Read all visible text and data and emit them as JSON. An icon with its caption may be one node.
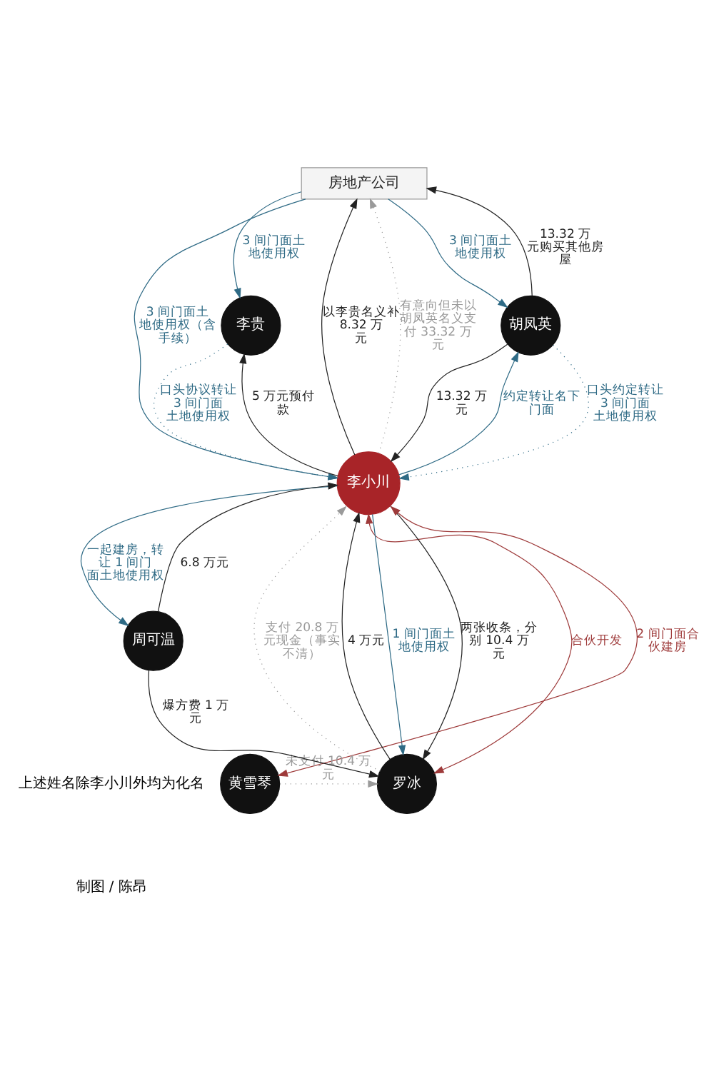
{
  "diagram": {
    "nodes": [
      {
        "text": [
          "房地产公司"
        ]
      },
      {
        "text": [
          "李贵"
        ]
      },
      {
        "text": [
          "李小川"
        ]
      },
      {
        "text": [
          "胡凤英"
        ]
      },
      {
        "text": [
          "罗冰"
        ]
      },
      {
        "text": [
          "黄雪琴"
        ]
      },
      {
        "text": [
          "周可温"
        ]
      }
    ],
    "edges": [
      {
        "from": 0,
        "to": 1,
        "arrow": "to",
        "label": "3 间门面土地使用权",
        "color": "#2e6a85"
      },
      {
        "from": 2,
        "to": 0,
        "arrow": "to",
        "label": "以李贵名义补 8.32 万元",
        "color": "#222222"
      },
      {
        "from": 0,
        "to": 2,
        "arrow": "to",
        "label": "3 间门面土地使用权（含手续）",
        "color": "#2e6a85"
      },
      {
        "from": 2,
        "to": 0,
        "arrow": "to",
        "label": "有意向但未以胡凤英名义支付 33.32 万元",
        "style": "dashed",
        "color": "#9a9a9a"
      },
      {
        "from": 0,
        "to": 3,
        "arrow": "to",
        "label": "3 间门面土地使用权",
        "color": "#2e6a85"
      },
      {
        "from": 3,
        "to": 0,
        "arrow": "to",
        "label": "13.32 万元购买其他房屋",
        "color": "#222222"
      },
      {
        "from": 1,
        "to": 2,
        "arrow": "to",
        "label": "口头协议转让 3 间门面土地使用权",
        "style": "dashed",
        "color": "#2e6a85"
      },
      {
        "from": 2,
        "to": 1,
        "arrow": "to",
        "label": "5 万元预付款",
        "color": "#222222"
      },
      {
        "from": 3,
        "to": 2,
        "arrow": "to",
        "label": "口头约定转让 3 间门面土地使用权",
        "style": "dashed",
        "color": "#2e6a85"
      },
      {
        "from": 2,
        "to": 3,
        "arrow": "to",
        "label": "约定转让名下门面",
        "color": "#2e6a85"
      },
      {
        "from": 3,
        "to": 2,
        "arrow": "to",
        "label": "13.32 万元",
        "color": "#222222"
      },
      {
        "from": 2,
        "to": 4,
        "arrow": "both",
        "label": "合伙开发",
        "color": "#9e3a3a"
      },
      {
        "from": 4,
        "to": 2,
        "arrow": "to",
        "label": "4 万元",
        "color": "#222222"
      },
      {
        "from": 2,
        "to": 4,
        "arrow": "to",
        "label": "1 间门面土地使用权",
        "color": "#2e6a85"
      },
      {
        "from": 4,
        "to": 2,
        "arrow": "to",
        "label": "支付 20.8 万元现金（事实不清）",
        "style": "dashed",
        "color": "#9a9a9a"
      },
      {
        "from": 2,
        "to": 4,
        "arrow": "to",
        "label": "两张收条，分别 10.4 万元",
        "color": "#222222"
      },
      {
        "from": 6,
        "to": 2,
        "arrow": "to",
        "label": "6.8 万元",
        "color": "#222222"
      },
      {
        "from": 2,
        "to": 6,
        "arrow": "to",
        "label": "一起建房，转让 1 间门面土地使用权",
        "color": "#2e6a85"
      },
      {
        "from": 2,
        "to": 5,
        "arrow": "both",
        "label": "2 间门面合伙建房",
        "color": "#9e3a3a"
      },
      {
        "from": 6,
        "to": 4,
        "arrow": "to",
        "label": "爆方费 1 万元",
        "color": "#222222"
      },
      {
        "from": 5,
        "to": 4,
        "arrow": "to",
        "label": "未支付 10.4 万元",
        "style": "dashed",
        "color": "#9a9a9a"
      }
    ],
    "labels": [
      "上述姓名除李小川外均为化名",
      "制图 / 陈昂"
    ]
  }
}
